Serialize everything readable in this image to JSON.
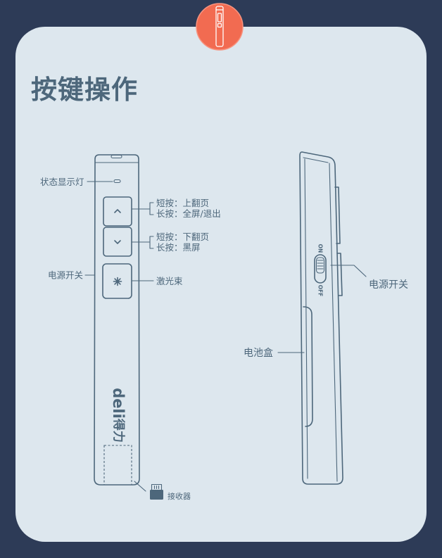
{
  "colors": {
    "background": "#2d3b57",
    "card": "#dde7ee",
    "accent": "#f26b51",
    "ink": "#4d677b"
  },
  "badge": {
    "icon": "presenter-icon"
  },
  "title": "按键操作",
  "front_view": {
    "led_label": "状态显示灯",
    "up_button": {
      "icon": "chevron-up-icon",
      "short_press": "短按：上翻页",
      "long_press": "长按：全屏/退出"
    },
    "down_button": {
      "icon": "chevron-down-icon",
      "short_press": "短按：下翻页",
      "long_press": "长按：黑屏"
    },
    "laser_button": {
      "icon": "starburst-icon",
      "label": "激光束"
    },
    "power_label": "电源开关",
    "brand": {
      "latin": "deli",
      "chinese": "得力"
    },
    "receiver_label": "接收器",
    "receiver_icon": "usb-receiver-icon"
  },
  "side_view": {
    "switch_on": "ON",
    "switch_off": "OFF",
    "power_label": "电源开关",
    "battery_label": "电池盒"
  }
}
